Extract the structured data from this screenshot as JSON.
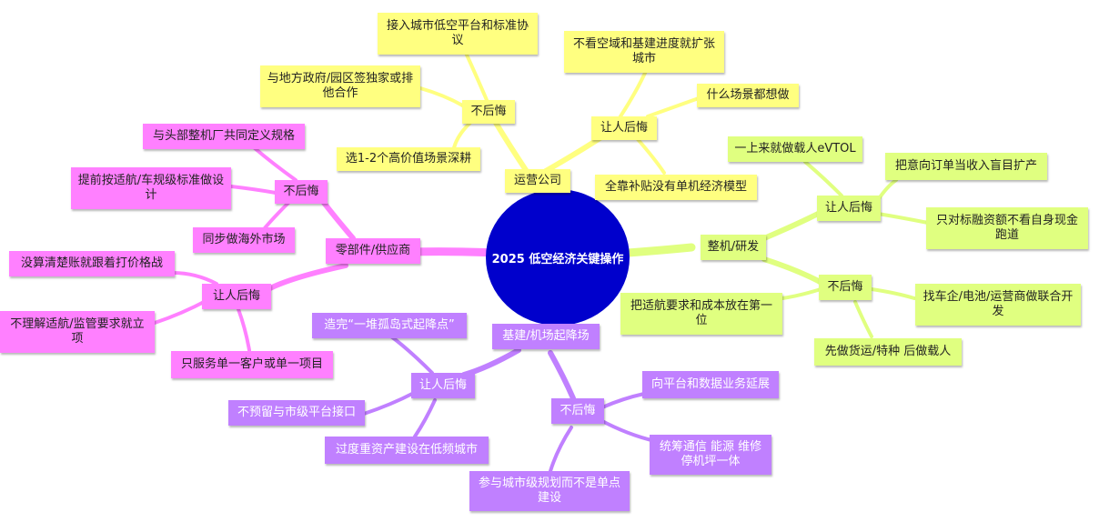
{
  "center": "2025 低空经济关键操作",
  "colors": {
    "yellow": "#ffff80",
    "green": "#e0ff80",
    "pink": "#ff80ff",
    "violet": "#c080ff",
    "center": "#0000cc"
  },
  "operators": {
    "label": "运营公司",
    "no_regret": {
      "label": "不后悔",
      "items": [
        "接入城市低空平台和标准协议",
        "与地方政府/园区签独家或排他合作",
        "选1-2个高价值场景深耕"
      ]
    },
    "regret": {
      "label": "让人后悔",
      "items": [
        "不看空域和基建进度就扩张城市",
        "什么场景都想做",
        "全靠补贴没有单机经济模型"
      ]
    }
  },
  "parts": {
    "label": "零部件/供应商",
    "no_regret": {
      "label": "不后悔",
      "items": [
        "与头部整机厂共同定义规格",
        "提前按适航/车规级标准做设计",
        "同步做海外市场"
      ]
    },
    "regret": {
      "label": "让人后悔",
      "items": [
        "没算清楚账就跟着打价格战",
        "不理解适航/监管要求就立项",
        "只服务单一客户或单一项目"
      ]
    }
  },
  "oem": {
    "label": "整机/研发",
    "regret": {
      "label": "让人后悔",
      "items": [
        "一上来就做载人eVTOL",
        "把意向订单当收入盲目扩产",
        "只对标融资额不看自身现金跑道"
      ]
    },
    "no_regret": {
      "label": "不后悔",
      "items": [
        "把适航要求和成本放在第一位",
        "找车企/电池/运营商做联合开发",
        "先做货运/特种 后做载人"
      ]
    }
  },
  "infra": {
    "label": "基建/机场起降场",
    "regret": {
      "label": "让人后悔",
      "items": [
        "造完“一堆孤岛式起降点”",
        "不预留与市级平台接口",
        "过度重资产建设在低频城市"
      ]
    },
    "no_regret": {
      "label": "不后悔",
      "items": [
        "向平台和数据业务延展",
        "统筹通信 能源 维修停机坪一体",
        "参与城市级规划而不是单点建设"
      ]
    }
  }
}
